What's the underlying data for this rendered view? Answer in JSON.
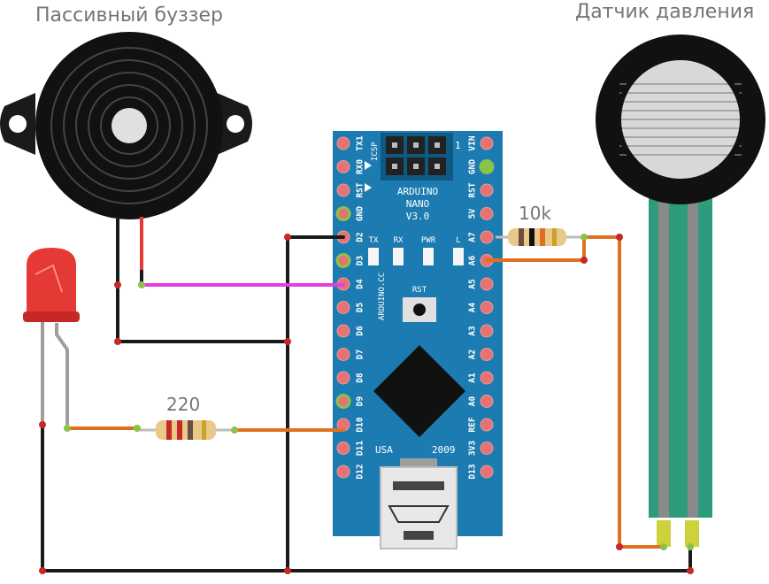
{
  "labels": {
    "buzzer": "Пассивный буззер",
    "sensor": "Датчик давления",
    "resistor_10k": "10k",
    "resistor_220": "220"
  },
  "board": {
    "name_line1": "ARDUINO",
    "name_line2": "NANO",
    "name_line3": "V3.0",
    "icsp": "ICSP",
    "icsp_pin1": "1",
    "website": "ARDUINO.CC",
    "rst_button": "RST",
    "usa": "USA",
    "year": "2009",
    "leds": [
      "TX",
      "RX",
      "PWR",
      "L"
    ],
    "left_pins": [
      "TX1",
      "RX0",
      "RST",
      "GND",
      "D2",
      "D3",
      "D4",
      "D5",
      "D6",
      "D7",
      "D8",
      "D9",
      "D10",
      "D11",
      "D12"
    ],
    "right_pins": [
      "VIN",
      "GND",
      "RST",
      "5V",
      "A7",
      "A6",
      "A5",
      "A4",
      "A3",
      "A2",
      "A1",
      "A0",
      "REF",
      "3V3",
      "D13"
    ]
  },
  "colors": {
    "board": "#1c7bb0",
    "wire_black": "#1a1a1a",
    "wire_orange": "#e07020",
    "wire_magenta": "#e040e0",
    "led_red": "#e53935",
    "sensor_strip": "#2e9c7c",
    "sensor_trace": "#8a8a8a",
    "resistor_body": "#e8c98a"
  }
}
